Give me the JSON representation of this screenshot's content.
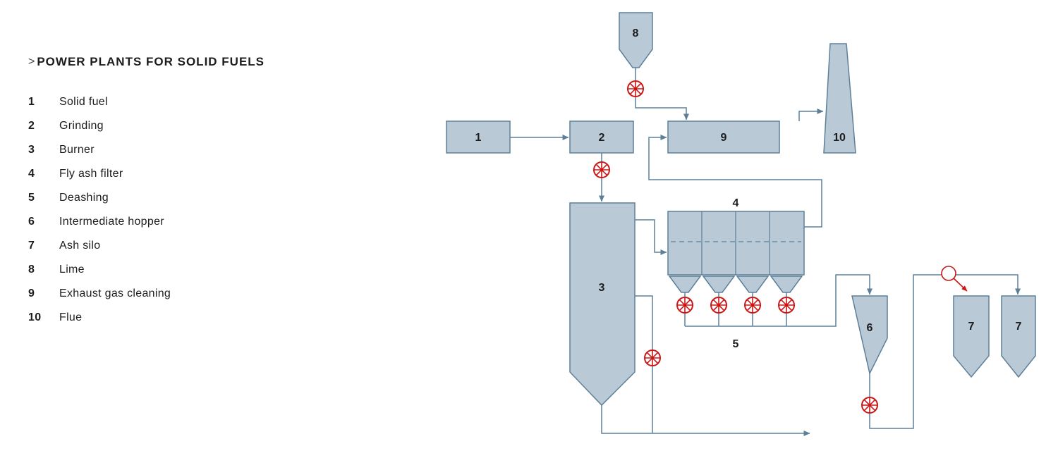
{
  "header": {
    "chevron": ">",
    "title": "POWER PLANTS FOR SOLID FUELS"
  },
  "legend": {
    "items": [
      {
        "num": "1",
        "label": "Solid fuel"
      },
      {
        "num": "2",
        "label": "Grinding"
      },
      {
        "num": "3",
        "label": "Burner"
      },
      {
        "num": "4",
        "label": "Fly ash filter"
      },
      {
        "num": "5",
        "label": "Deashing"
      },
      {
        "num": "6",
        "label": "Intermediate hopper"
      },
      {
        "num": "7",
        "label": "Ash silo"
      },
      {
        "num": "8",
        "label": "Lime"
      },
      {
        "num": "9",
        "label": "Exhaust gas cleaning"
      },
      {
        "num": "10",
        "label": "Flue"
      }
    ]
  },
  "diagram": {
    "nodes": {
      "solid_fuel": "1",
      "grinding": "2",
      "burner": "3",
      "fly_ash_filter": "4",
      "deashing": "5",
      "intermediate_hopper": "6",
      "ash_silo_left": "7",
      "ash_silo_right": "7",
      "lime": "8",
      "exhaust_gas_cleaning": "9",
      "flue": "10"
    },
    "colors": {
      "box_fill": "#b9c9d6",
      "box_stroke": "#5d8099",
      "line": "#5d8099",
      "valve_red": "#cc1616",
      "label_text": "#1c1c1e"
    }
  }
}
